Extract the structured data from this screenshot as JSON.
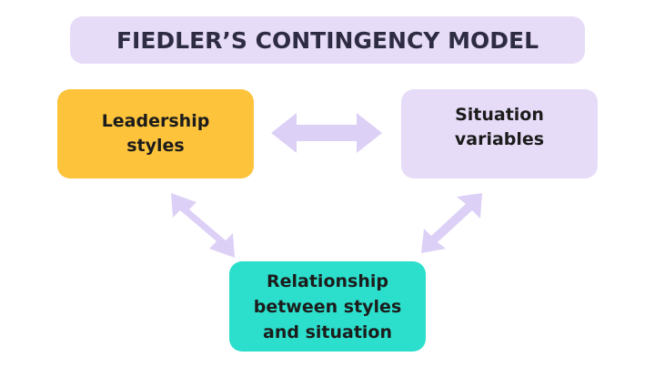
{
  "title": "FIEDLER’S CONTINGENCY MODEL",
  "nodes": {
    "leadership": {
      "line1": "Leadership",
      "line2": "styles"
    },
    "situation": {
      "line1": "Situation",
      "line2": "variables"
    },
    "relationship": {
      "line1": "Relationship",
      "line2": "between styles",
      "line3": "and situation"
    }
  },
  "colors": {
    "title_bg": "#e7dcf8",
    "title_text": "#2d2c43",
    "leadership_bg": "#fcc33b",
    "situation_bg": "#e7dcf8",
    "relationship_bg": "#2cdfcc",
    "arrow": "#ddd0f7"
  }
}
